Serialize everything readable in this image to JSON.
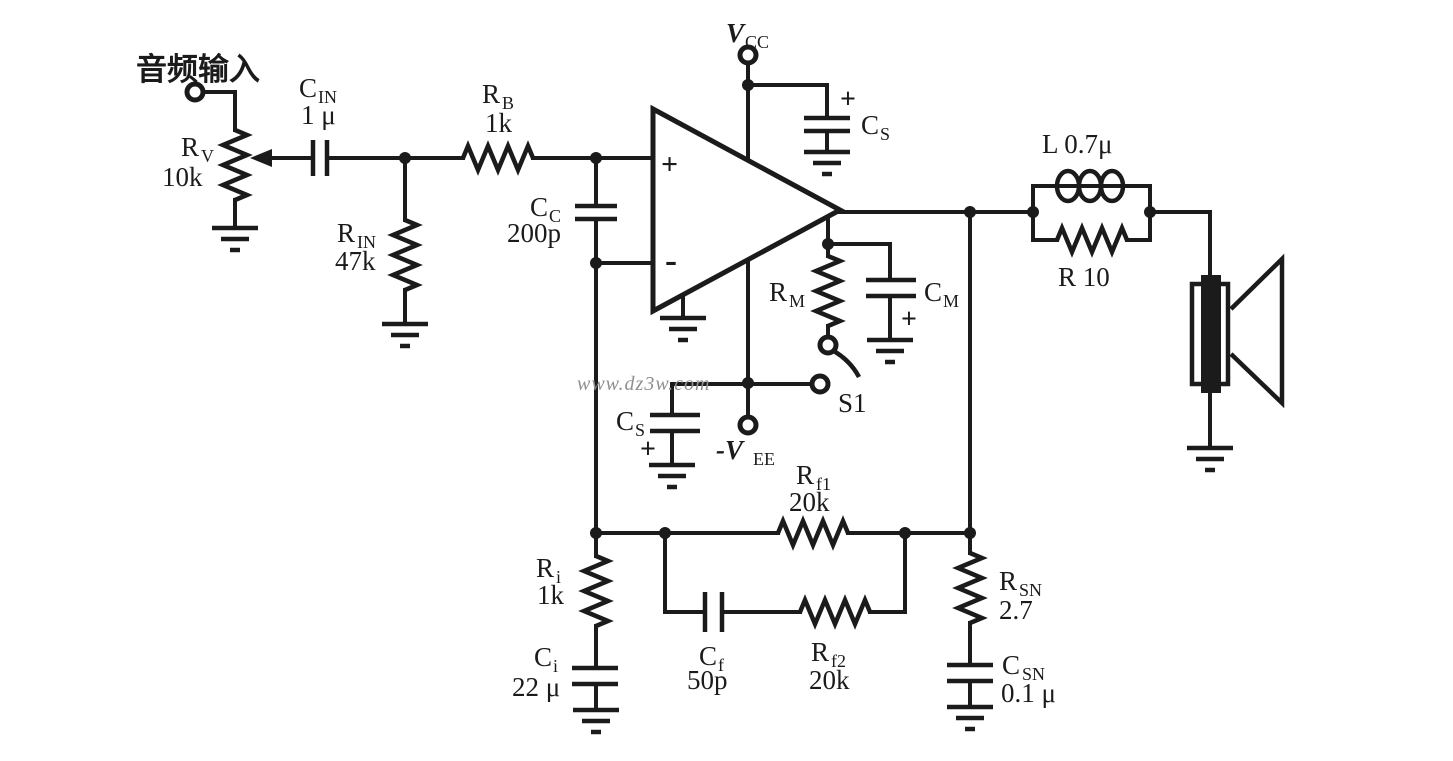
{
  "diagram": {
    "input_label": "音频输入",
    "watermark": "www.dz3w.com",
    "opamp": {
      "plus": "+",
      "minus": "-"
    },
    "power": {
      "vcc": {
        "base": "V",
        "sub": "CC"
      },
      "vee": {
        "base": "-V",
        "sub": "EE"
      }
    },
    "components": {
      "rv": {
        "base": "R",
        "sub": "V",
        "value": "10k"
      },
      "cin": {
        "base": "C",
        "sub": "IN",
        "value": "1 μ"
      },
      "rin": {
        "base": "R",
        "sub": "IN",
        "value": "47k"
      },
      "rb": {
        "base": "R",
        "sub": "B",
        "value": "1k"
      },
      "cc": {
        "base": "C",
        "sub": "C",
        "value": "200p"
      },
      "cs_top": {
        "base": "C",
        "sub": "S",
        "polarity": "+"
      },
      "rm": {
        "base": "R",
        "sub": "M"
      },
      "cm": {
        "base": "C",
        "sub": "M",
        "polarity": "+"
      },
      "s1": {
        "label": "S1"
      },
      "cs_bot": {
        "base": "C",
        "sub": "S",
        "polarity": "+"
      },
      "inductor": {
        "label": "L 0.7μ"
      },
      "r10": {
        "label": "R 10"
      },
      "rf1": {
        "base": "R",
        "sub": "f1",
        "value": "20k"
      },
      "ri": {
        "base": "R",
        "sub": "i",
        "value": "1k"
      },
      "ci": {
        "base": "C",
        "sub": "i",
        "value": "22 μ"
      },
      "cf": {
        "base": "C",
        "sub": "f",
        "value": "50p"
      },
      "rf2": {
        "base": "R",
        "sub": "f2",
        "value": "20k"
      },
      "rsn": {
        "base": "R",
        "sub": "SN",
        "value": "2.7"
      },
      "csn": {
        "base": "C",
        "sub": "SN",
        "value": "0.1 μ"
      }
    }
  }
}
